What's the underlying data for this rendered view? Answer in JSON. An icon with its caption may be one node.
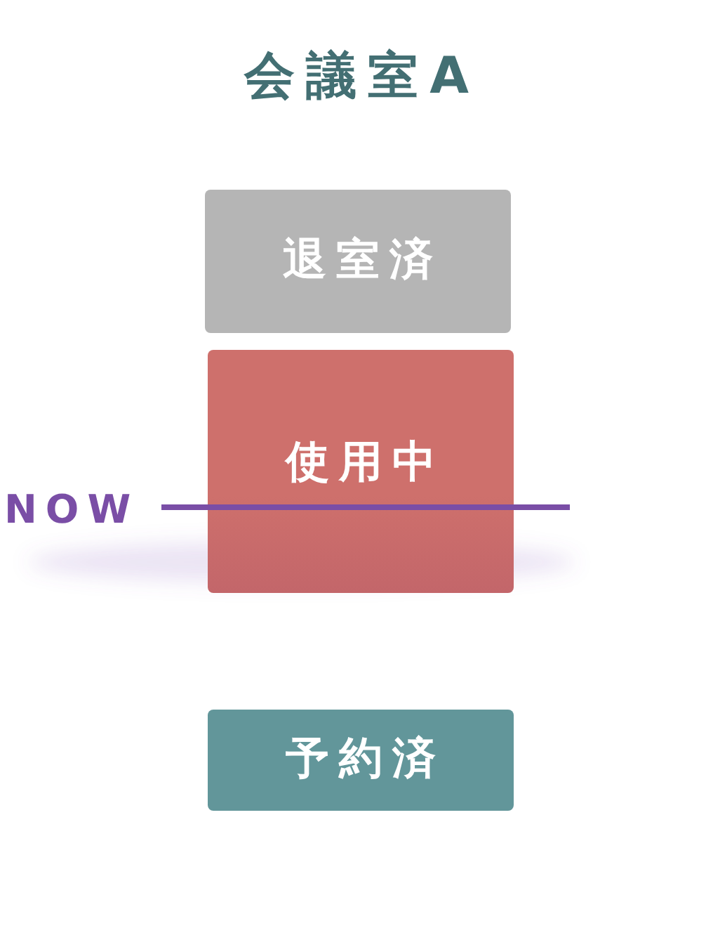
{
  "diagram": {
    "title": "会議室A",
    "nodes": [
      {
        "text": [
          "退室済"
        ]
      },
      {
        "text": [
          "使用中"
        ]
      },
      {
        "text": [
          "予約済"
        ]
      }
    ],
    "labels": [
      "NOW"
    ]
  }
}
